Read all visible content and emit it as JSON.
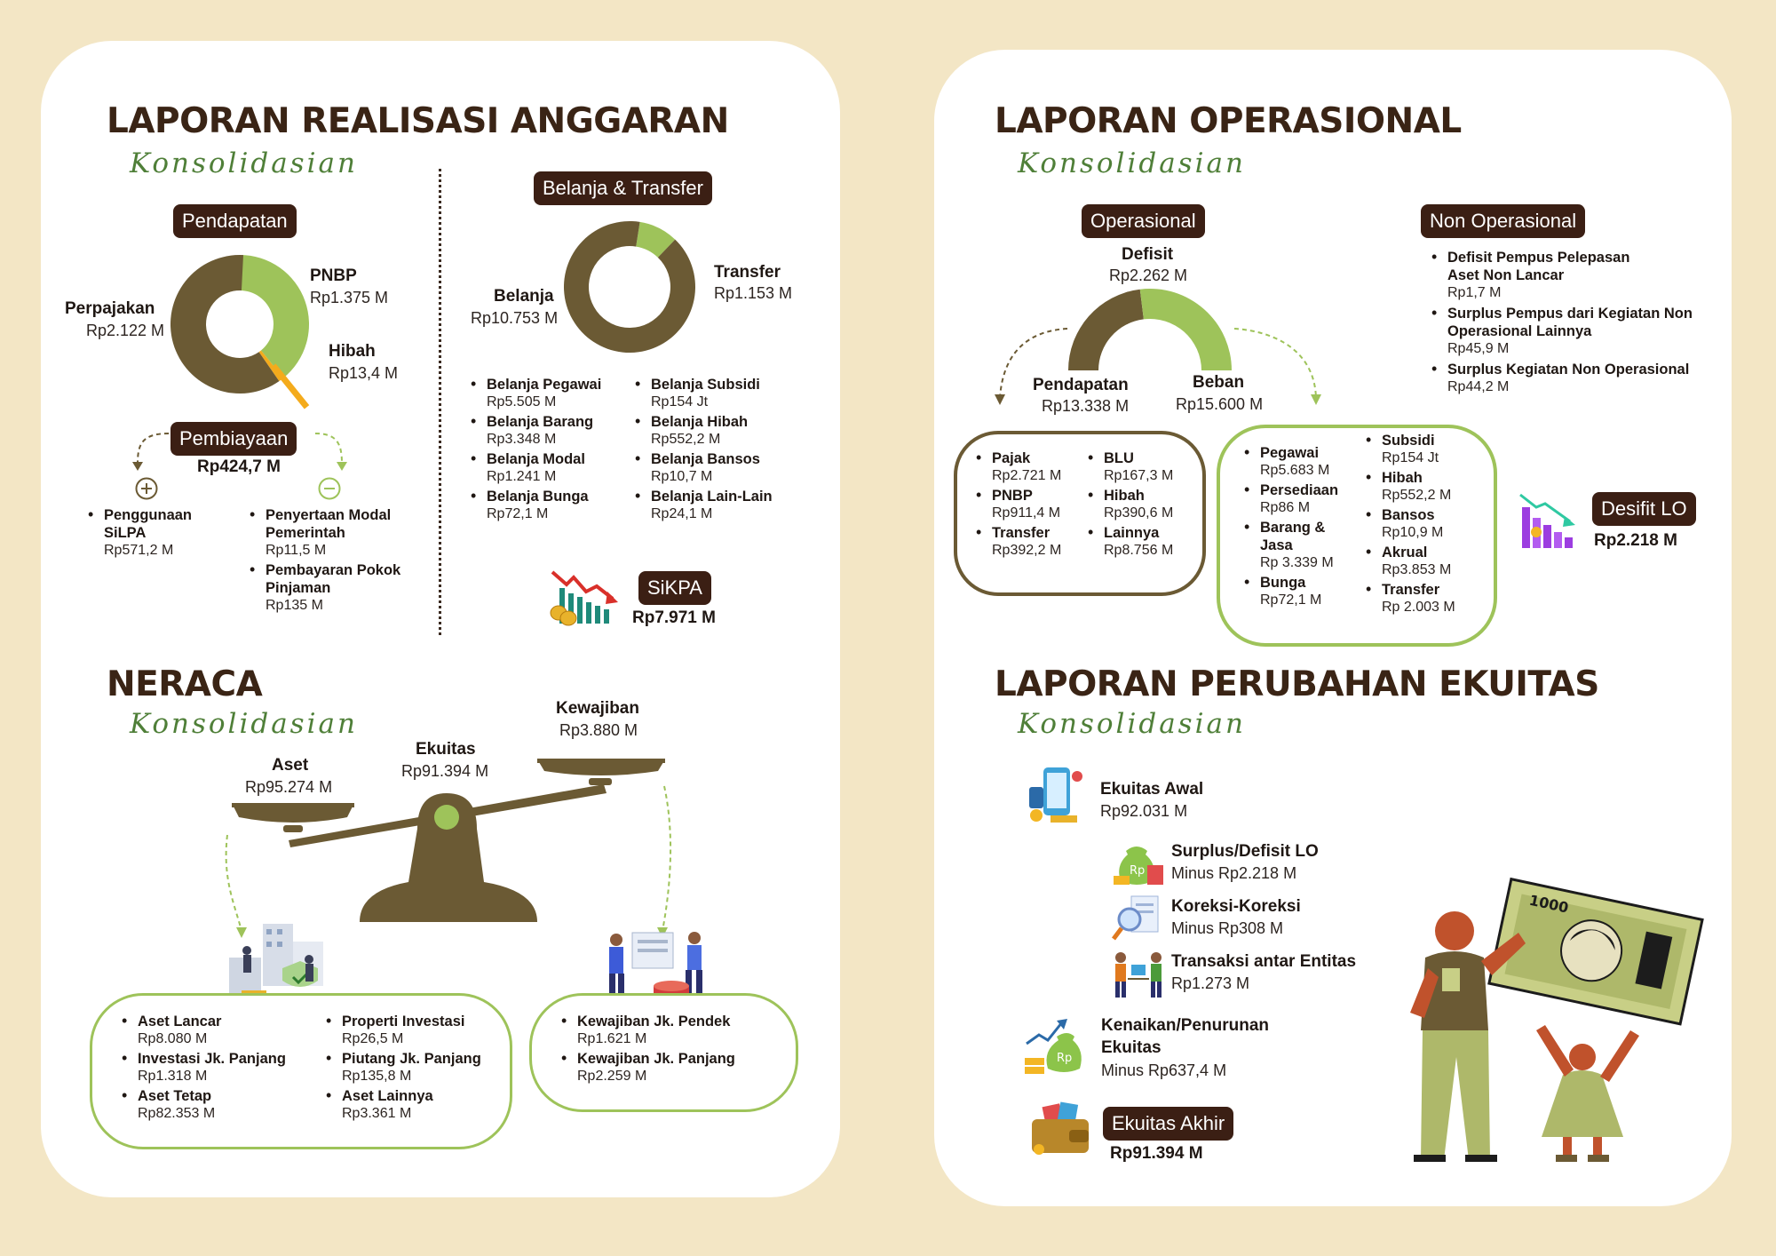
{
  "colors": {
    "background": "#f3e6c5",
    "olive": "#6b5a34",
    "green": "#9ec35a",
    "orange": "#f4ab1c",
    "dark_brown": "#3b1f14",
    "script_green": "#4f7f38"
  },
  "lra": {
    "title": "LAPORAN REALISASI ANGGARAN",
    "subtitle": "Konsolidasian",
    "pendapatan": {
      "pill": "Pendapatan",
      "items": [
        {
          "name": "Perpajakan",
          "value": "Rp2.122 M",
          "share": 0.6045
        },
        {
          "name": "PNBP",
          "value": "Rp1.375 M",
          "share": 0.3917
        },
        {
          "name": "Hibah",
          "value": "Rp13,4 M",
          "share": 0.0038
        }
      ]
    },
    "pembiayaan": {
      "pill": "Pembiayaan",
      "total": "Rp424,7 M",
      "plus_icon": "plus-circle-icon",
      "minus_icon": "minus-circle-icon",
      "penerimaan": [
        {
          "name": "Penggunaan SiLPA",
          "value": "Rp571,2 M"
        }
      ],
      "pengeluaran": [
        {
          "name": "Penyertaan Modal Pemerintah",
          "value": "Rp11,5 M"
        },
        {
          "name": "Pembayaran Pokok Pinjaman",
          "value": "Rp135 M"
        }
      ]
    },
    "belanja_transfer": {
      "pill": "Belanja & Transfer",
      "belanja": {
        "name": "Belanja",
        "value": "Rp10.753 M",
        "share": 0.9032
      },
      "transfer": {
        "name": "Transfer",
        "value": "Rp1.153 M",
        "share": 0.0968
      },
      "col1": [
        {
          "name": "Belanja Pegawai",
          "value": "Rp5.505 M"
        },
        {
          "name": "Belanja Barang",
          "value": "Rp3.348 M"
        },
        {
          "name": "Belanja Modal",
          "value": "Rp1.241 M"
        },
        {
          "name": "Belanja Bunga",
          "value": "Rp72,1 M"
        }
      ],
      "col2": [
        {
          "name": "Belanja Subsidi",
          "value": "Rp154 Jt"
        },
        {
          "name": "Belanja Hibah",
          "value": "Rp552,2 M"
        },
        {
          "name": "Belanja Bansos",
          "value": "Rp10,7 M"
        },
        {
          "name": "Belanja Lain-Lain",
          "value": "Rp24,1 M"
        }
      ]
    },
    "sikpa": {
      "pill": "SiKPA",
      "value": "Rp7.971 M",
      "icon": "declining-chart-coins-icon"
    }
  },
  "neraca": {
    "title": "NERACA",
    "subtitle": "Konsolidasian",
    "aset": {
      "name": "Aset",
      "value": "Rp95.274 M"
    },
    "ekuitas": {
      "name": "Ekuitas",
      "value": "Rp91.394 M"
    },
    "kewajiban": {
      "name": "Kewajiban",
      "value": "Rp3.880 M"
    },
    "aset_col1": [
      {
        "name": "Aset Lancar",
        "value": "Rp8.080 M"
      },
      {
        "name": "Investasi Jk. Panjang",
        "value": "Rp1.318 M"
      },
      {
        "name": "Aset Tetap",
        "value": "Rp82.353 M"
      }
    ],
    "aset_col2": [
      {
        "name": "Properti Investasi",
        "value": "Rp26,5 M"
      },
      {
        "name": "Piutang Jk. Panjang",
        "value": "Rp135,8 M"
      },
      {
        "name": "Aset Lainnya",
        "value": "Rp3.361 M"
      }
    ],
    "kewajiban_list": [
      {
        "name": "Kewajiban Jk. Pendek",
        "value": "Rp1.621 M"
      },
      {
        "name": "Kewajiban Jk. Panjang",
        "value": "Rp2.259 M"
      }
    ]
  },
  "lo": {
    "title": "LAPORAN OPERASIONAL",
    "subtitle": "Konsolidasian",
    "operasional": {
      "pill": "Operasional",
      "defisit": {
        "name": "Defisit",
        "value": "Rp2.262 M"
      },
      "pendapatan": {
        "name": "Pendapatan",
        "value": "Rp13.338 M",
        "share": 0.461
      },
      "beban": {
        "name": "Beban",
        "value": "Rp15.600 M",
        "share": 0.539
      }
    },
    "pendapatan_col1": [
      {
        "name": "Pajak",
        "value": "Rp2.721 M"
      },
      {
        "name": "PNBP",
        "value": "Rp911,4 M"
      },
      {
        "name": "Transfer",
        "value": "Rp392,2 M"
      }
    ],
    "pendapatan_col2": [
      {
        "name": "BLU",
        "value": "Rp167,3 M"
      },
      {
        "name": "Hibah",
        "value": "Rp390,6 M"
      },
      {
        "name": "Lainnya",
        "value": "Rp8.756 M"
      }
    ],
    "beban_col1": [
      {
        "name": "Pegawai",
        "value": "Rp5.683 M"
      },
      {
        "name": "Persediaan",
        "value": "Rp86 M"
      },
      {
        "name": "Barang & Jasa",
        "value": "Rp 3.339 M"
      },
      {
        "name": "Bunga",
        "value": "Rp72,1 M"
      }
    ],
    "beban_col2": [
      {
        "name": "Subsidi",
        "value": "Rp154 Jt"
      },
      {
        "name": "Hibah",
        "value": "Rp552,2 M"
      },
      {
        "name": "Bansos",
        "value": "Rp10,9 M"
      },
      {
        "name": "Akrual",
        "value": "Rp3.853 M"
      },
      {
        "name": "Transfer",
        "value": "Rp 2.003 M"
      }
    ],
    "non_operasional": {
      "pill": "Non Operasional",
      "items": [
        {
          "name": "Defisit Pempus Pelepasan Aset Non Lancar",
          "value": "Rp1,7 M"
        },
        {
          "name": "Surplus Pempus dari Kegiatan Non Operasional Lainnya",
          "value": "Rp45,9 M"
        },
        {
          "name": "Surplus Kegiatan Non Operasional",
          "value": "Rp44,2 M"
        }
      ]
    },
    "defisit_lo": {
      "pill": "Desifit LO",
      "value": "Rp2.218 M",
      "icon": "declining-bar-chart-icon"
    }
  },
  "lpe": {
    "title": "LAPORAN PERUBAHAN EKUITAS",
    "subtitle": "Konsolidasian",
    "items": [
      {
        "name": "Ekuitas Awal",
        "value": "Rp92.031 M",
        "icon": "phone-finance-icon"
      },
      {
        "name": "Surplus/Defisit LO",
        "value": "Minus Rp2.218 M",
        "icon": "money-bag-icon"
      },
      {
        "name": "Koreksi-Koreksi",
        "value": "Minus Rp308 M",
        "icon": "magnifier-document-icon"
      },
      {
        "name": "Transaksi antar Entitas",
        "value": "Rp1.273 M",
        "icon": "people-exchange-icon"
      },
      {
        "name": "Kenaikan/Penurunan Ekuitas",
        "value": "Minus Rp637,4 M",
        "icon": "growth-money-bag-icon"
      }
    ],
    "akhir": {
      "pill": "Ekuitas Akhir",
      "value": "Rp91.394 M",
      "icon": "wallet-icon"
    },
    "banknote_label": "1000"
  }
}
